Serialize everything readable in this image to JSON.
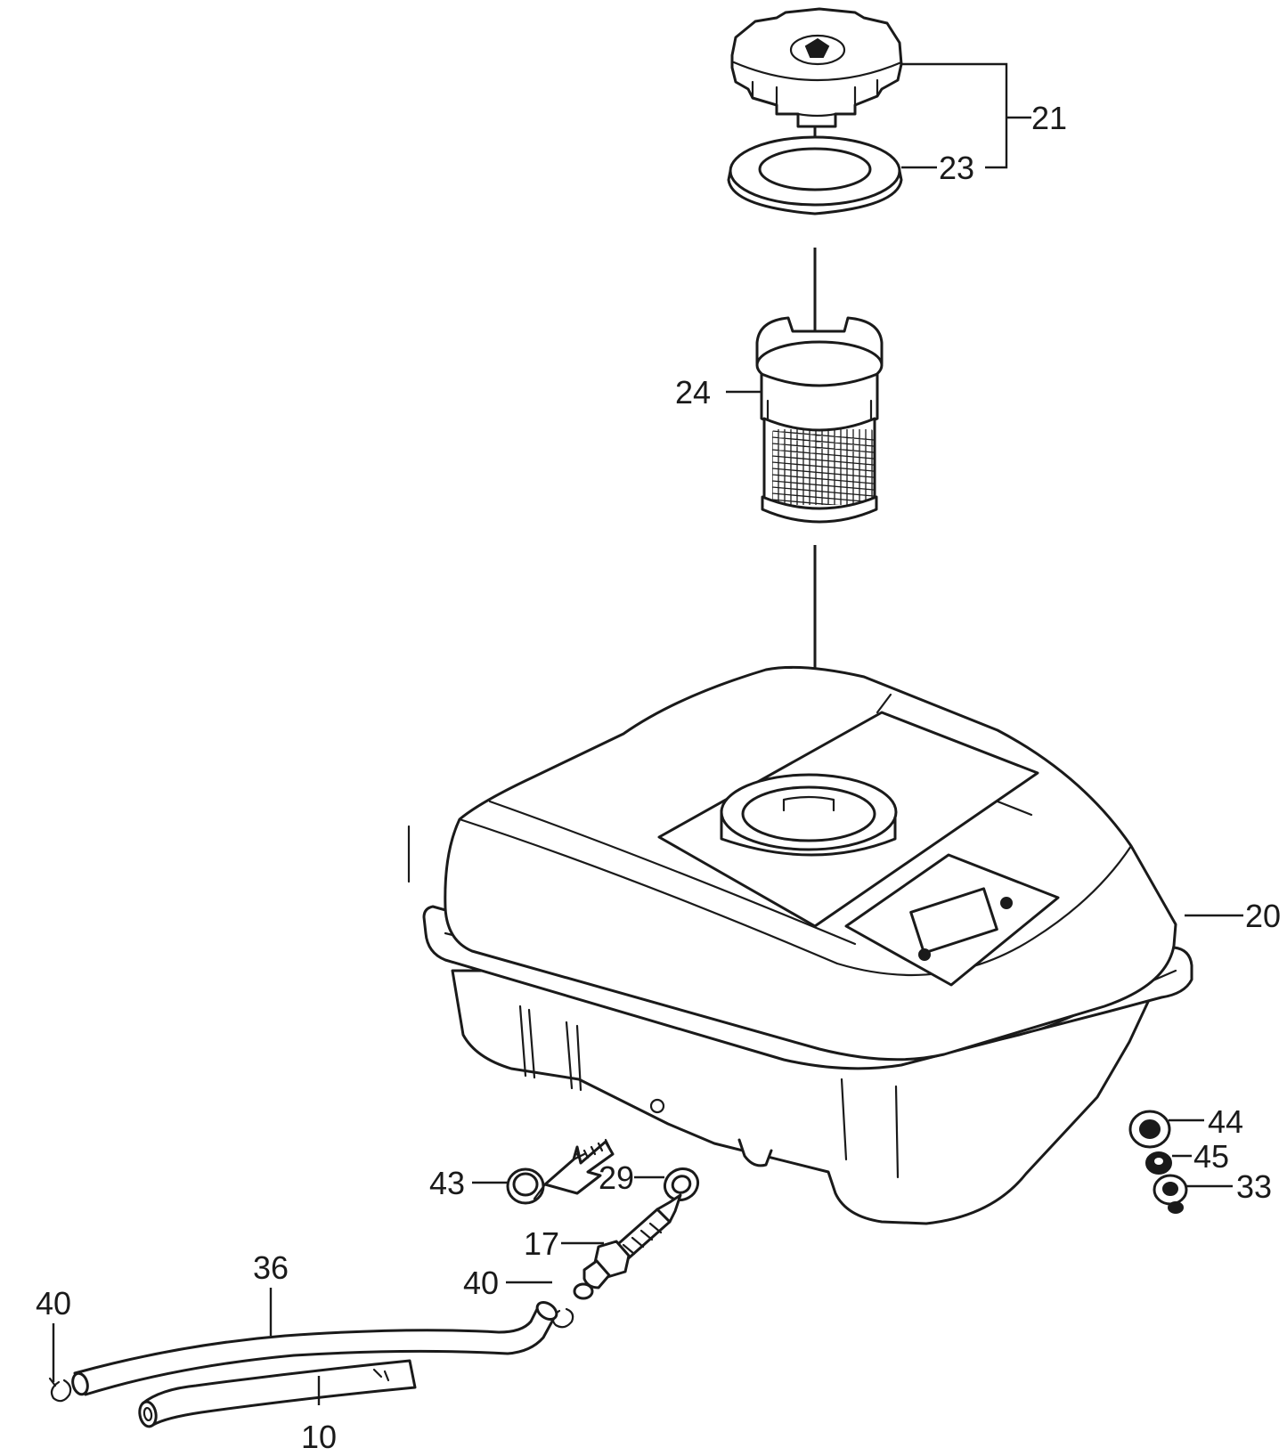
{
  "callouts": {
    "c21": "21",
    "c23": "23",
    "c24": "24",
    "c20": "20",
    "c44": "44",
    "c45": "45",
    "c33": "33",
    "c43": "43",
    "c29": "29",
    "c17": "17",
    "c36": "36",
    "c40a": "40",
    "c40b": "40",
    "c10": "10"
  }
}
